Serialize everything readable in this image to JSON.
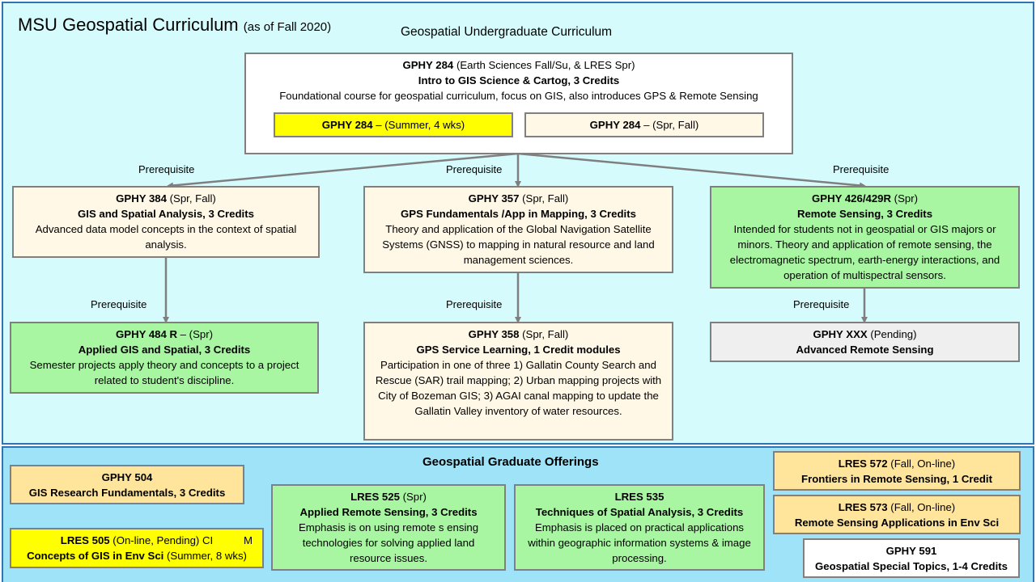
{
  "title": {
    "main": "MSU Geospatial Curriculum",
    "sub": "(as of Fall 2020)"
  },
  "undergrad": {
    "heading": "Geospatial Undergraduate Curriculum",
    "intro": {
      "code": "GPHY 284",
      "term": "(Earth Sciences Fall/Su, & LRES Spr)",
      "title": "Intro to GIS Science & Cartog, 3 Credits",
      "desc": "Foundational course for geospatial curriculum, focus on GIS, also introduces GPS & Remote Sensing",
      "option_summer": {
        "code": "GPHY 284",
        "term": " – (Summer,  4 wks)"
      },
      "option_spring": {
        "code": "GPHY 284",
        "term": " – (Spr, Fall)"
      }
    },
    "prereq_labels": [
      "Prerequisite",
      "Prerequisite",
      "Prerequisite",
      "Prerequisite",
      "Prerequisite",
      "Prerequisite"
    ],
    "gis": {
      "code": "GPHY 384",
      "term": " (Spr, Fall)",
      "title": "GIS and Spatial Analysis, 3 Credits",
      "desc": "Advanced data model concepts in the context of spatial analysis."
    },
    "gps": {
      "code": "GPHY 357",
      "term": " (Spr, Fall)",
      "title": "GPS Fundamentals /App in Mapping, 3 Credits",
      "desc": "Theory and application of the Global Navigation Satellite Systems (GNSS) to mapping in natural resource and land management sciences."
    },
    "rs": {
      "code": "GPHY 426/429R",
      "term": "  (Spr)",
      "title": "Remote Sensing, 3 Credits",
      "desc": "Intended for students not in geospatial or GIS majors or minors. Theory and application of remote sensing, the electromagnetic spectrum, earth-energy interactions, and operation of multispectral sensors."
    },
    "applied_gis": {
      "code": "GPHY 484 R",
      "term": " – (Spr)",
      "title": "Applied GIS and Spatial, 3 Credits",
      "desc": "Semester projects apply theory and concepts to a project related to student's discipline."
    },
    "gps_service": {
      "code": "GPHY 358",
      "term": " (Spr, Fall)",
      "title": "GPS Service Learning, 1 Credit modules",
      "desc": "Participation in one of three 1) Gallatin County Search and Rescue (SAR) trail mapping; 2) Urban mapping projects with City of Bozeman GIS; 3) AGAI canal mapping to update the Gallatin Valley inventory of water resources."
    },
    "adv_rs": {
      "code": "GPHY XXX",
      "term": " (Pending)",
      "title": "Advanced Remote Sensing"
    }
  },
  "graduate": {
    "heading": "Geospatial Graduate Offerings",
    "gphy504": {
      "code": "GPHY 504",
      "title": "GIS Research Fundamentals, 3 Credits"
    },
    "lres505": {
      "code": "LRES 505",
      "term": " (On-line, Pending) CI",
      "term2": "M",
      "title": "Concepts of GIS in Env Sci",
      "title_term": " (Summer,  8 wks)"
    },
    "lres525": {
      "code": "LRES 525",
      "term": " (Spr)",
      "title": "Applied Remote Sensing, 3 Credits",
      "desc": "Emphasis is on using remote s ensing technologies for solving applied land resource issues."
    },
    "lres535": {
      "code": "LRES 535",
      "title": "Techniques of Spatial Analysis, 3 Credits",
      "desc": "Emphasis is placed on practical applications within geographic information systems & image processing."
    },
    "lres572": {
      "code": "LRES 572",
      "term": " (Fall, On-line)",
      "title": "Frontiers in Remote Sensing, 1 Credit"
    },
    "lres573": {
      "code": "LRES 573",
      "term": " (Fall, On-line)",
      "title": "Remote Sensing Applications in Env Sci"
    },
    "gphy591": {
      "code": "GPHY 591",
      "title": "Geospatial Special Topics, 1-4 Credits"
    }
  }
}
